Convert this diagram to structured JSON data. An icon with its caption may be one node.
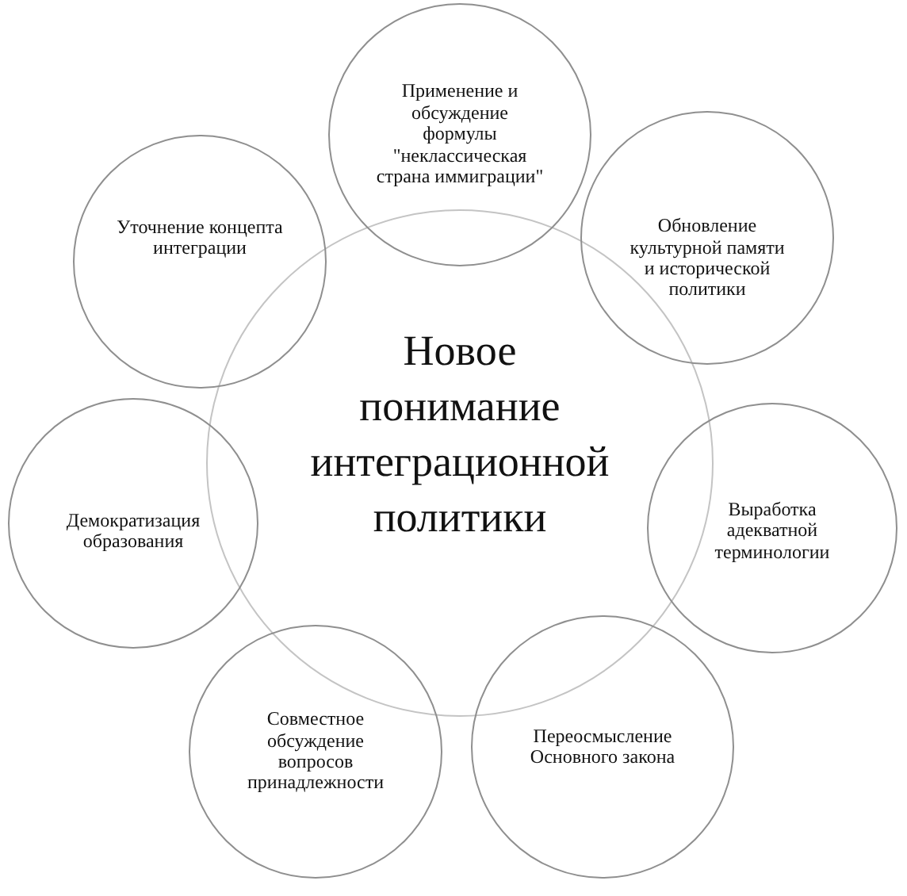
{
  "diagram": {
    "nodes": [
      {
        "text": [
          "Новое понимание интеграционной политики"
        ]
      },
      {
        "text": [
          "Применение и обсуждение формулы \"неклассическая страна иммиграции\""
        ]
      },
      {
        "text": [
          "Обновление культурной памяти и исторической политики"
        ]
      },
      {
        "text": [
          "Выработка адекватной терминологии"
        ]
      },
      {
        "text": [
          "Переосмысление Основного закона"
        ]
      },
      {
        "text": [
          "Совместное обсуждение вопросов принадлежности"
        ]
      },
      {
        "text": [
          "Демократизация образования"
        ]
      },
      {
        "text": [
          "Уточнение концепта интеграции"
        ]
      }
    ]
  }
}
